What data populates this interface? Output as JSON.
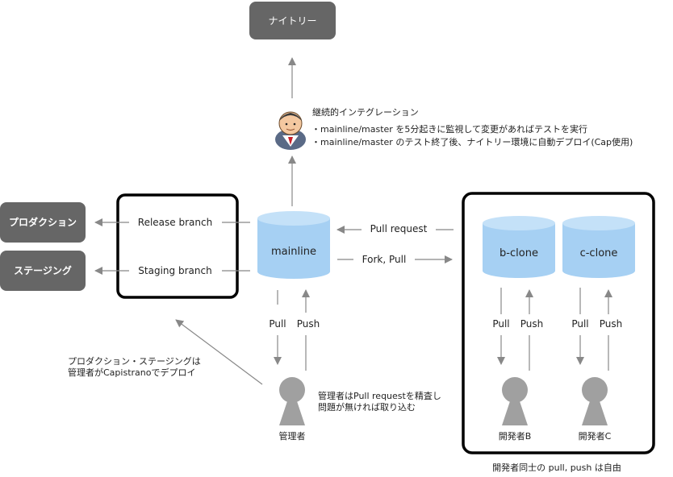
{
  "nodes": {
    "nightly": "ナイトリー",
    "production": "プロダクション",
    "staging": "ステージング",
    "mainline": "mainline",
    "b_clone": "b-clone",
    "c_clone": "c-clone"
  },
  "branches": {
    "release": "Release branch",
    "staging": "Staging branch"
  },
  "ci": {
    "title": "継続的インテグレーション",
    "line1": "・mainline/master を5分起きに監視して変更があればテストを実行",
    "line2": "・mainline/master のテスト終了後、ナイトリー環境に自動デプロイ(Cap使用)"
  },
  "edges": {
    "pull_request": "Pull request",
    "fork_pull": "Fork, Pull",
    "pull": "Pull",
    "push": "Push"
  },
  "people": {
    "admin": "管理者",
    "dev_b": "開発者B",
    "dev_c": "開発者C"
  },
  "notes": {
    "deploy_line1": "プロダクション・ステージングは",
    "deploy_line2": "管理者がCapistranoでデプロイ",
    "review_line1": "管理者はPull requestを精査し",
    "review_line2": "問題が無ければ取り込む",
    "footer": "開発者同士の pull, push は自由"
  },
  "colors": {
    "box_gray": "#666666",
    "cylinder_blue": "#a6d0f3",
    "cylinder_top": "#c4e1f8",
    "arrow_gray": "#888888",
    "person_gray": "#a0a0a0",
    "text": "#222222",
    "box_text": "#ffffff"
  },
  "icons": {
    "ci_logo": "butler-icon",
    "person": "person-icon"
  }
}
